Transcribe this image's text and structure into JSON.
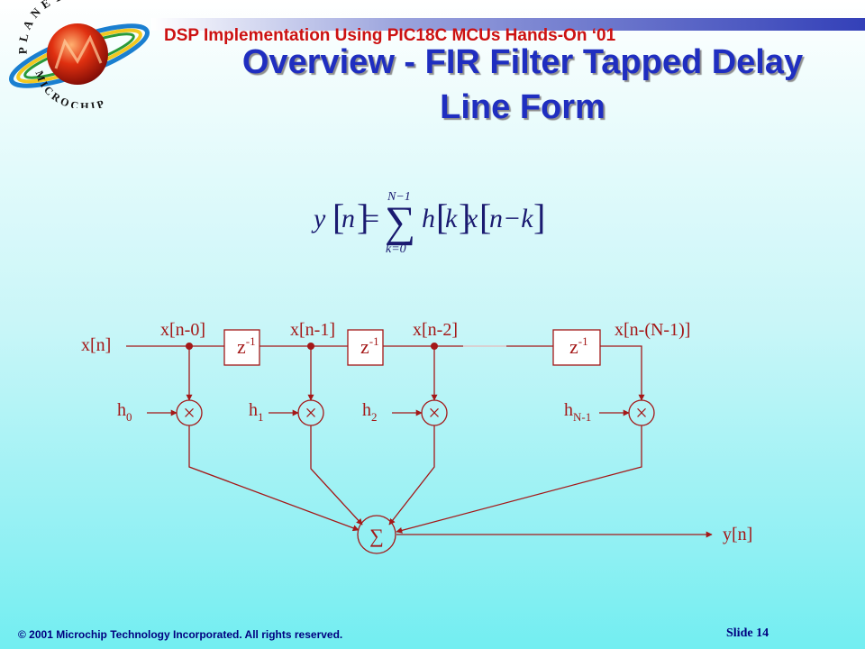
{
  "header": {
    "course_title": "DSP Implementation Using PIC18C MCUs Hands-On  ‘01",
    "slide_title_line1": "Overview - FIR Filter Tapped Delay",
    "slide_title_line2": "Line Form"
  },
  "logo": {
    "top_text": "PLANET",
    "bottom_text": "MICROCHIP"
  },
  "equation": {
    "lhs": "y",
    "lhs_index": "n",
    "equals": "=",
    "sum_symbol": "∑",
    "upper_limit": "N−1",
    "lower_limit": "k=0",
    "coef": "h",
    "coef_index": "k",
    "input": "x",
    "input_index": "n−k"
  },
  "diagram": {
    "input_label": "x[n]",
    "output_label": "y[n]",
    "sum_symbol": "∑",
    "multiplier_symbol": "×",
    "delay_base": "z",
    "delay_exponent": "-1",
    "tap_labels": [
      "x[n-0]",
      "x[n-1]",
      "x[n-2]",
      "x[n-(N-1)]"
    ],
    "coef_base": "h",
    "coef_subscripts": [
      "0",
      "1",
      "2",
      "N-1"
    ]
  },
  "footer": {
    "copyright": "© 2001 Microchip Technology Incorporated.  All rights reserved.",
    "slide_label": "Slide",
    "slide_number": "14"
  },
  "colors": {
    "title_blue": "#1f2ec0",
    "header_red": "#cc1212",
    "diagram_red": "#a41818",
    "footer_navy": "#000080"
  }
}
